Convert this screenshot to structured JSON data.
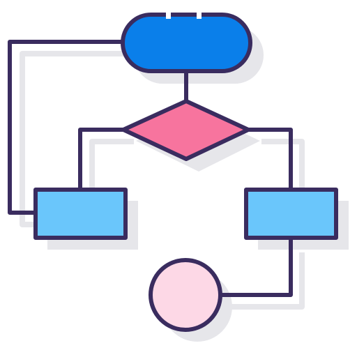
{
  "icon": {
    "name": "flowchart-icon",
    "colors": {
      "outline": "#3a2c5f",
      "shadow": "#e6e6ea",
      "start": "#0a7fea",
      "decision": "#f7749e",
      "process": "#6ac6fb",
      "end": "#fdd8e6",
      "background": "#ffffff"
    },
    "nodes": [
      {
        "id": "start",
        "kind": "terminator",
        "name": "start-terminator-node"
      },
      {
        "id": "decision",
        "kind": "diamond",
        "name": "decision-node"
      },
      {
        "id": "left",
        "kind": "process",
        "name": "left-process-node"
      },
      {
        "id": "right",
        "kind": "process",
        "name": "right-process-node"
      },
      {
        "id": "end",
        "kind": "circle",
        "name": "end-circle-node"
      }
    ],
    "edges": [
      {
        "from": "start",
        "to": "decision"
      },
      {
        "from": "decision",
        "to": "left"
      },
      {
        "from": "decision",
        "to": "right"
      },
      {
        "from": "right",
        "to": "end"
      },
      {
        "from": "left",
        "to": "start"
      }
    ]
  }
}
